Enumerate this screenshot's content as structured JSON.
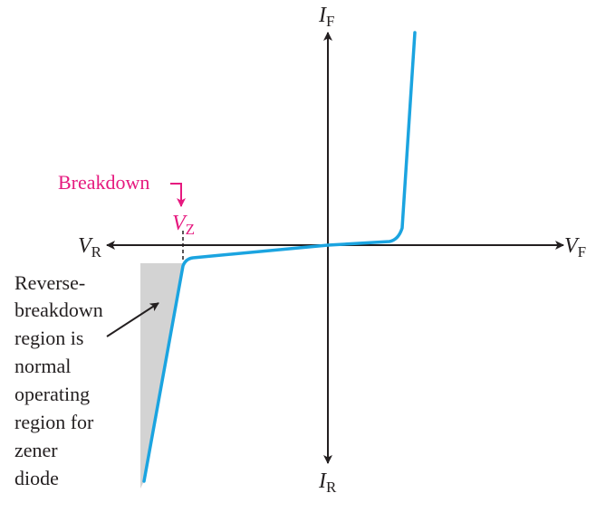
{
  "axes": {
    "forward_current": {
      "symbol": "I",
      "subscript": "F"
    },
    "reverse_current": {
      "symbol": "I",
      "subscript": "R"
    },
    "forward_voltage": {
      "symbol": "V",
      "subscript": "F"
    },
    "reverse_voltage": {
      "symbol": "V",
      "subscript": "R"
    }
  },
  "breakdown": {
    "label": "Breakdown",
    "voltage_symbol": "V",
    "voltage_subscript": "Z"
  },
  "annotation": {
    "lines": [
      "Reverse-",
      "breakdown",
      "region is",
      "normal",
      "operating",
      "region for",
      "zener",
      "diode"
    ]
  },
  "colors": {
    "curve": "#1ba4e0",
    "highlight": "#e6197f",
    "region_fill": "#d3d3d3",
    "axis": "#231f20"
  }
}
